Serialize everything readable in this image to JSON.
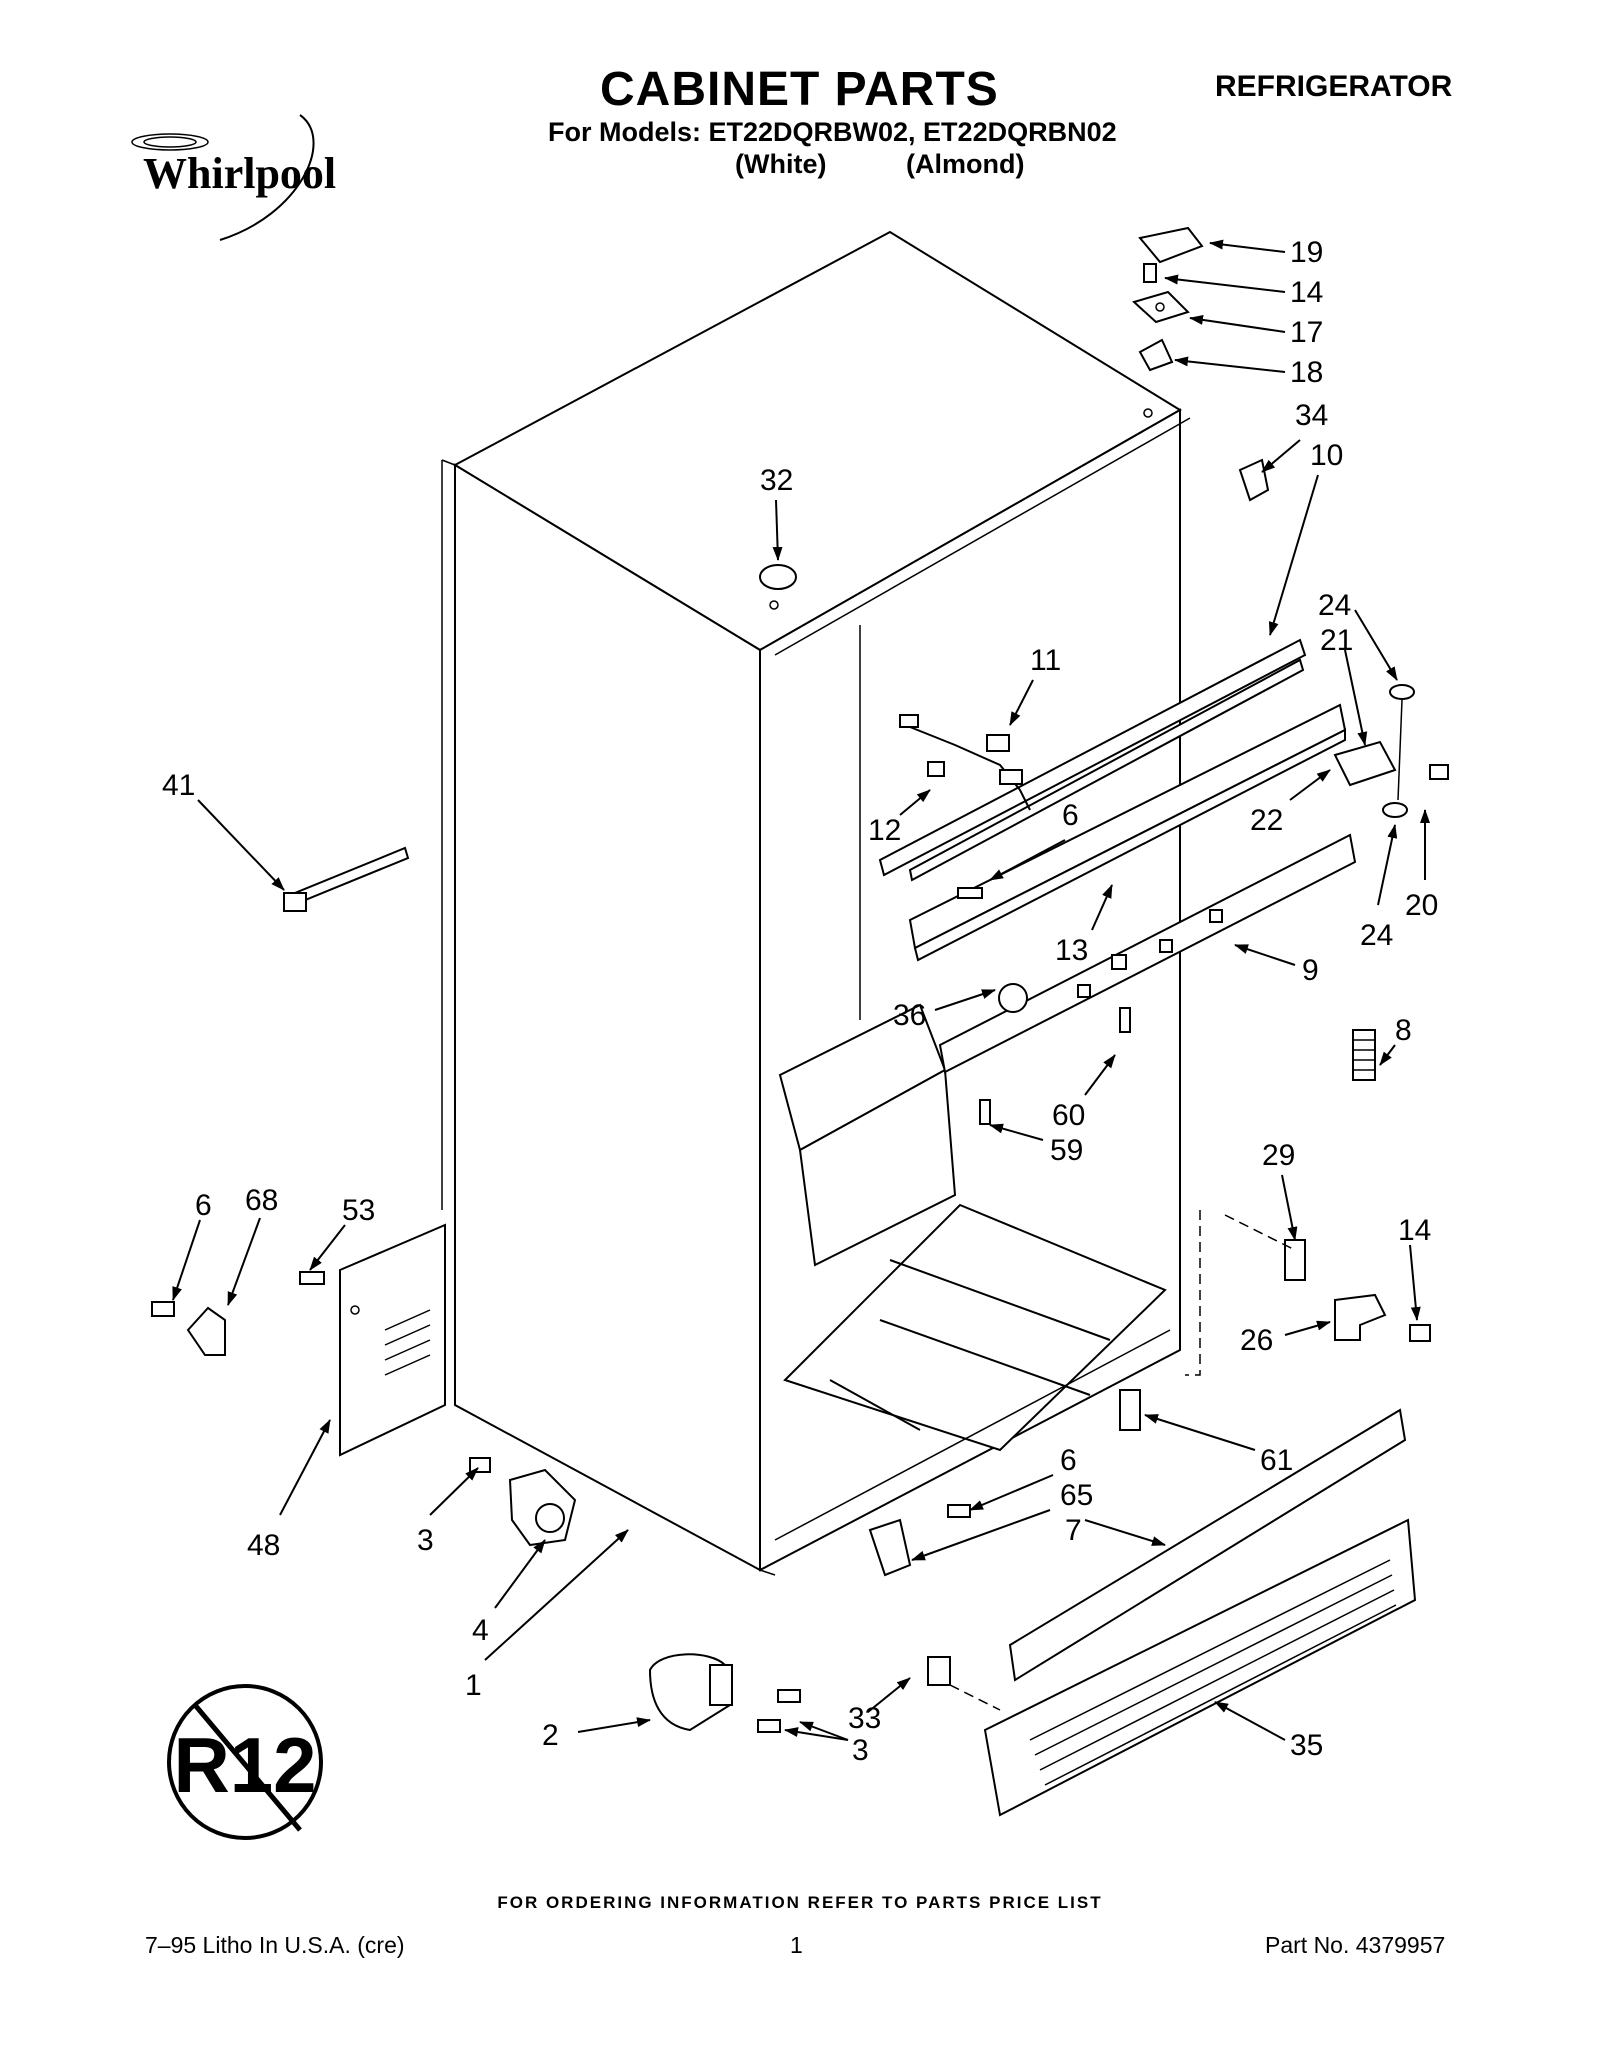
{
  "header": {
    "title": "CABINET PARTS",
    "category": "REFRIGERATOR",
    "models_line": "For Models: ET22DQRBW02, ET22DQRBN02",
    "variant_1": "(White)",
    "variant_2": "(Almond)"
  },
  "brand": {
    "logo_text": "Whirlpool"
  },
  "badge": {
    "text": "R12",
    "meaning": "no R12 refrigerant symbol"
  },
  "callouts": [
    {
      "id": "c19",
      "label": "19"
    },
    {
      "id": "c14a",
      "label": "14"
    },
    {
      "id": "c17",
      "label": "17"
    },
    {
      "id": "c18",
      "label": "18"
    },
    {
      "id": "c34",
      "label": "34"
    },
    {
      "id": "c10",
      "label": "10"
    },
    {
      "id": "c32",
      "label": "32"
    },
    {
      "id": "c11",
      "label": "11"
    },
    {
      "id": "c24a",
      "label": "24"
    },
    {
      "id": "c21",
      "label": "21"
    },
    {
      "id": "c41",
      "label": "41"
    },
    {
      "id": "c12",
      "label": "12"
    },
    {
      "id": "c6a",
      "label": "6"
    },
    {
      "id": "c22",
      "label": "22"
    },
    {
      "id": "c24b",
      "label": "24"
    },
    {
      "id": "c20",
      "label": "20"
    },
    {
      "id": "c13",
      "label": "13"
    },
    {
      "id": "c9",
      "label": "9"
    },
    {
      "id": "c36",
      "label": "36"
    },
    {
      "id": "c8",
      "label": "8"
    },
    {
      "id": "c60",
      "label": "60"
    },
    {
      "id": "c59",
      "label": "59"
    },
    {
      "id": "c29",
      "label": "29"
    },
    {
      "id": "c6b",
      "label": "6"
    },
    {
      "id": "c68",
      "label": "68"
    },
    {
      "id": "c53",
      "label": "53"
    },
    {
      "id": "c14b",
      "label": "14"
    },
    {
      "id": "c26",
      "label": "26"
    },
    {
      "id": "c61",
      "label": "61"
    },
    {
      "id": "c6c",
      "label": "6"
    },
    {
      "id": "c65",
      "label": "65"
    },
    {
      "id": "c7",
      "label": "7"
    },
    {
      "id": "c48",
      "label": "48"
    },
    {
      "id": "c3a",
      "label": "3"
    },
    {
      "id": "c4",
      "label": "4"
    },
    {
      "id": "c1",
      "label": "1"
    },
    {
      "id": "c2",
      "label": "2"
    },
    {
      "id": "c33",
      "label": "33"
    },
    {
      "id": "c3b",
      "label": "3"
    },
    {
      "id": "c35",
      "label": "35"
    }
  ],
  "footer": {
    "ordering_note": "FOR ORDERING INFORMATION REFER TO PARTS PRICE LIST",
    "litho": "7–95 Litho In U.S.A. (cre)",
    "page_number": "1",
    "part_number": "Part No. 4379957"
  }
}
